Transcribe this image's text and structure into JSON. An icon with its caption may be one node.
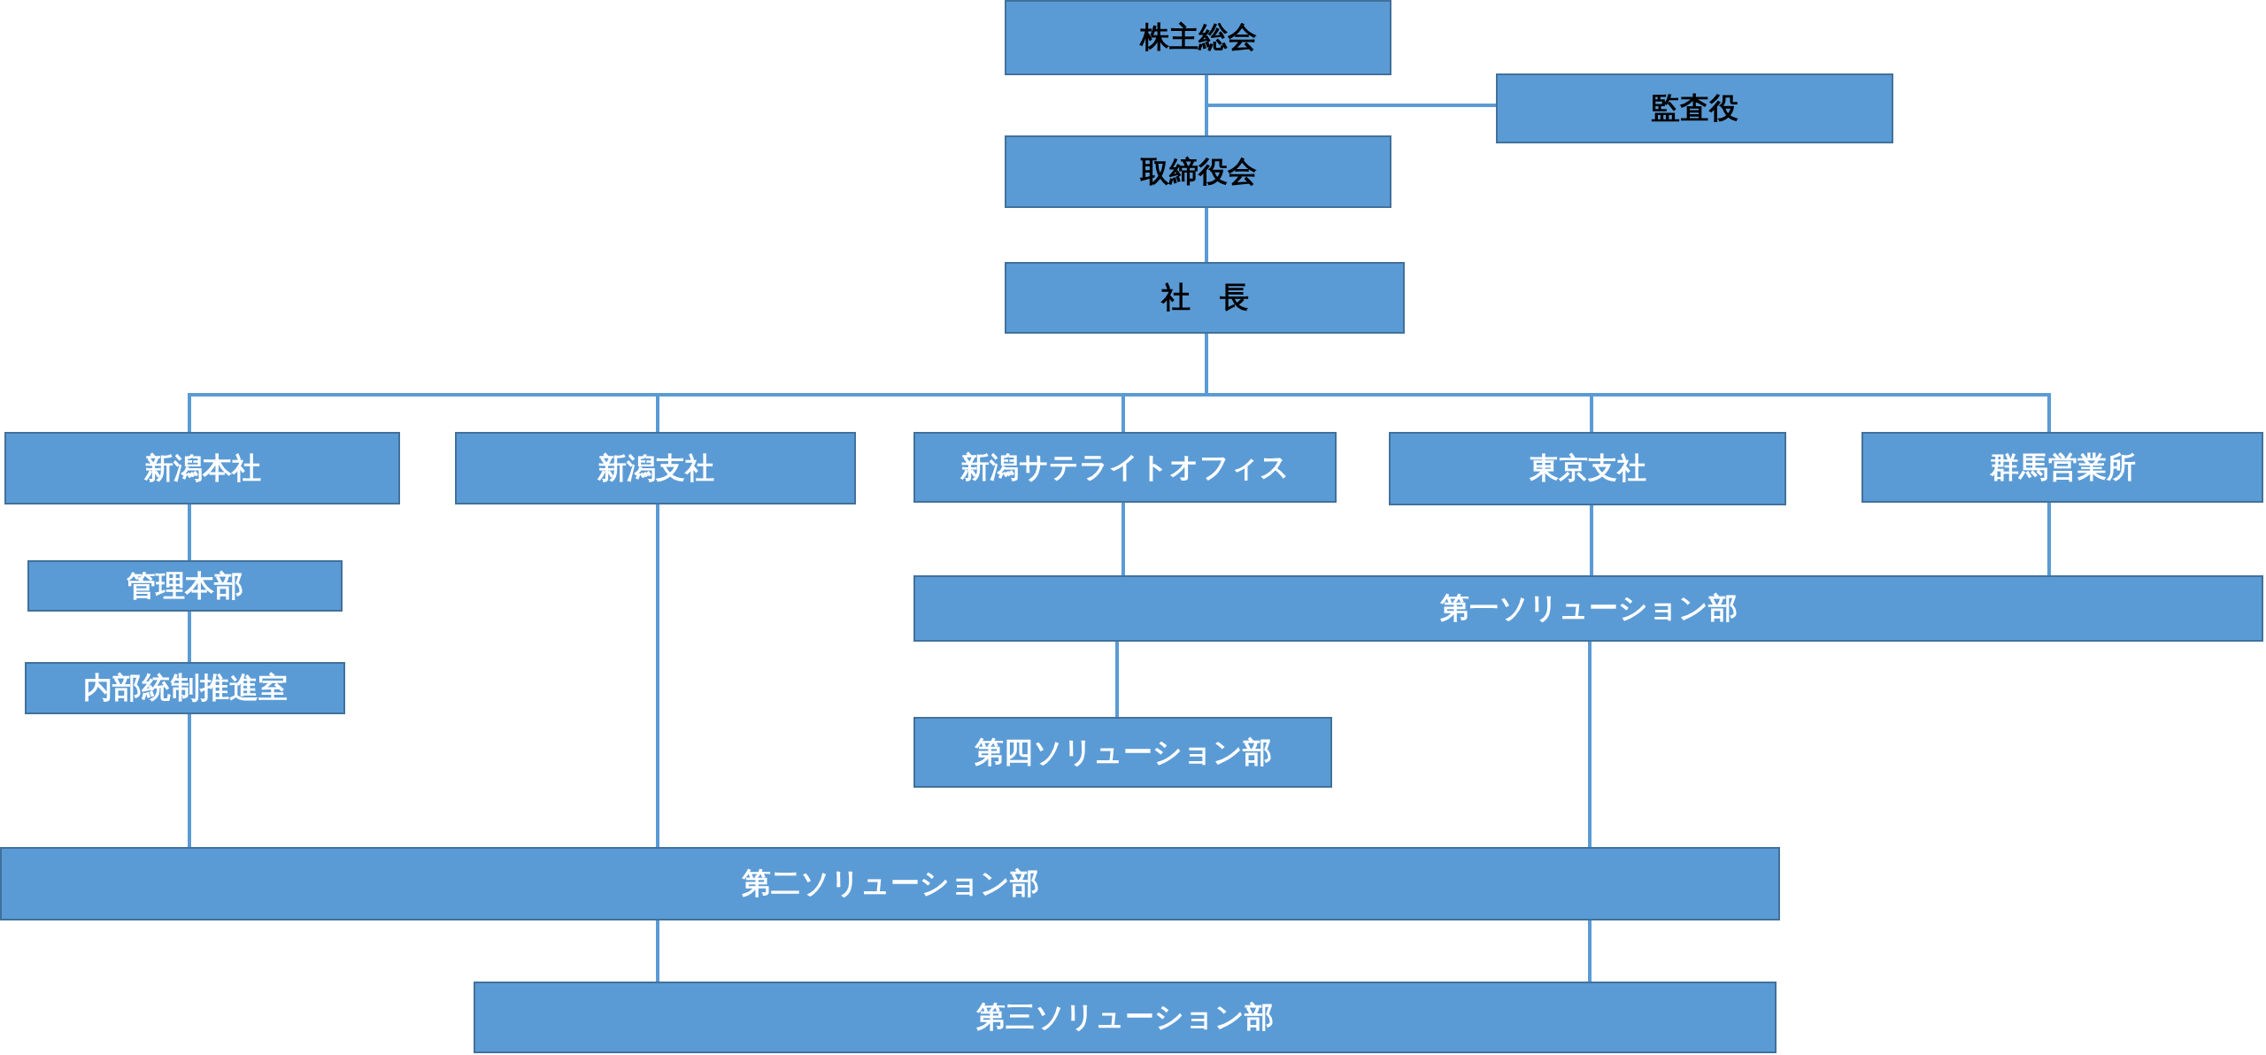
{
  "diagram": {
    "nodes": [
      {
        "text": [
          "株主総会"
        ]
      },
      {
        "text": [
          "監査役"
        ]
      },
      {
        "text": [
          "取締役会"
        ]
      },
      {
        "text": [
          "社　長"
        ]
      },
      {
        "text": [
          "新潟本社"
        ]
      },
      {
        "text": [
          "新潟支社"
        ]
      },
      {
        "text": [
          "新潟サテライトオフィス"
        ]
      },
      {
        "text": [
          "東京支社"
        ]
      },
      {
        "text": [
          "群馬営業所"
        ]
      },
      {
        "text": [
          "管理本部"
        ]
      },
      {
        "text": [
          "内部統制推進室"
        ]
      },
      {
        "text": [
          "第一ソリューション部"
        ]
      },
      {
        "text": [
          "第四ソリューション部"
        ]
      },
      {
        "text": [
          "第二ソリューション部"
        ]
      },
      {
        "text": [
          "第三ソリューション部"
        ]
      }
    ],
    "edges": [
      {
        "from": 0,
        "to": 2,
        "arrow": "none"
      },
      {
        "from": 0,
        "to": 1,
        "arrow": "none"
      },
      {
        "from": 2,
        "to": 3,
        "arrow": "none"
      },
      {
        "from": 3,
        "to": 4,
        "arrow": "none"
      },
      {
        "from": 3,
        "to": 5,
        "arrow": "none"
      },
      {
        "from": 3,
        "to": 6,
        "arrow": "none"
      },
      {
        "from": 3,
        "to": 7,
        "arrow": "none"
      },
      {
        "from": 3,
        "to": 8,
        "arrow": "none"
      },
      {
        "from": 4,
        "to": 9,
        "arrow": "none"
      },
      {
        "from": 9,
        "to": 10,
        "arrow": "none"
      },
      {
        "from": 10,
        "to": 13,
        "arrow": "none"
      },
      {
        "from": 5,
        "to": 13,
        "arrow": "none"
      },
      {
        "from": 6,
        "to": 11,
        "arrow": "none"
      },
      {
        "from": 7,
        "to": 11,
        "arrow": "none"
      },
      {
        "from": 8,
        "to": 11,
        "arrow": "none"
      },
      {
        "from": 11,
        "to": 12,
        "arrow": "none"
      },
      {
        "from": 11,
        "to": 13,
        "arrow": "none"
      },
      {
        "from": 13,
        "to": 14,
        "arrow": "none"
      },
      {
        "from": 13,
        "to": 14,
        "arrow": "none"
      }
    ]
  }
}
